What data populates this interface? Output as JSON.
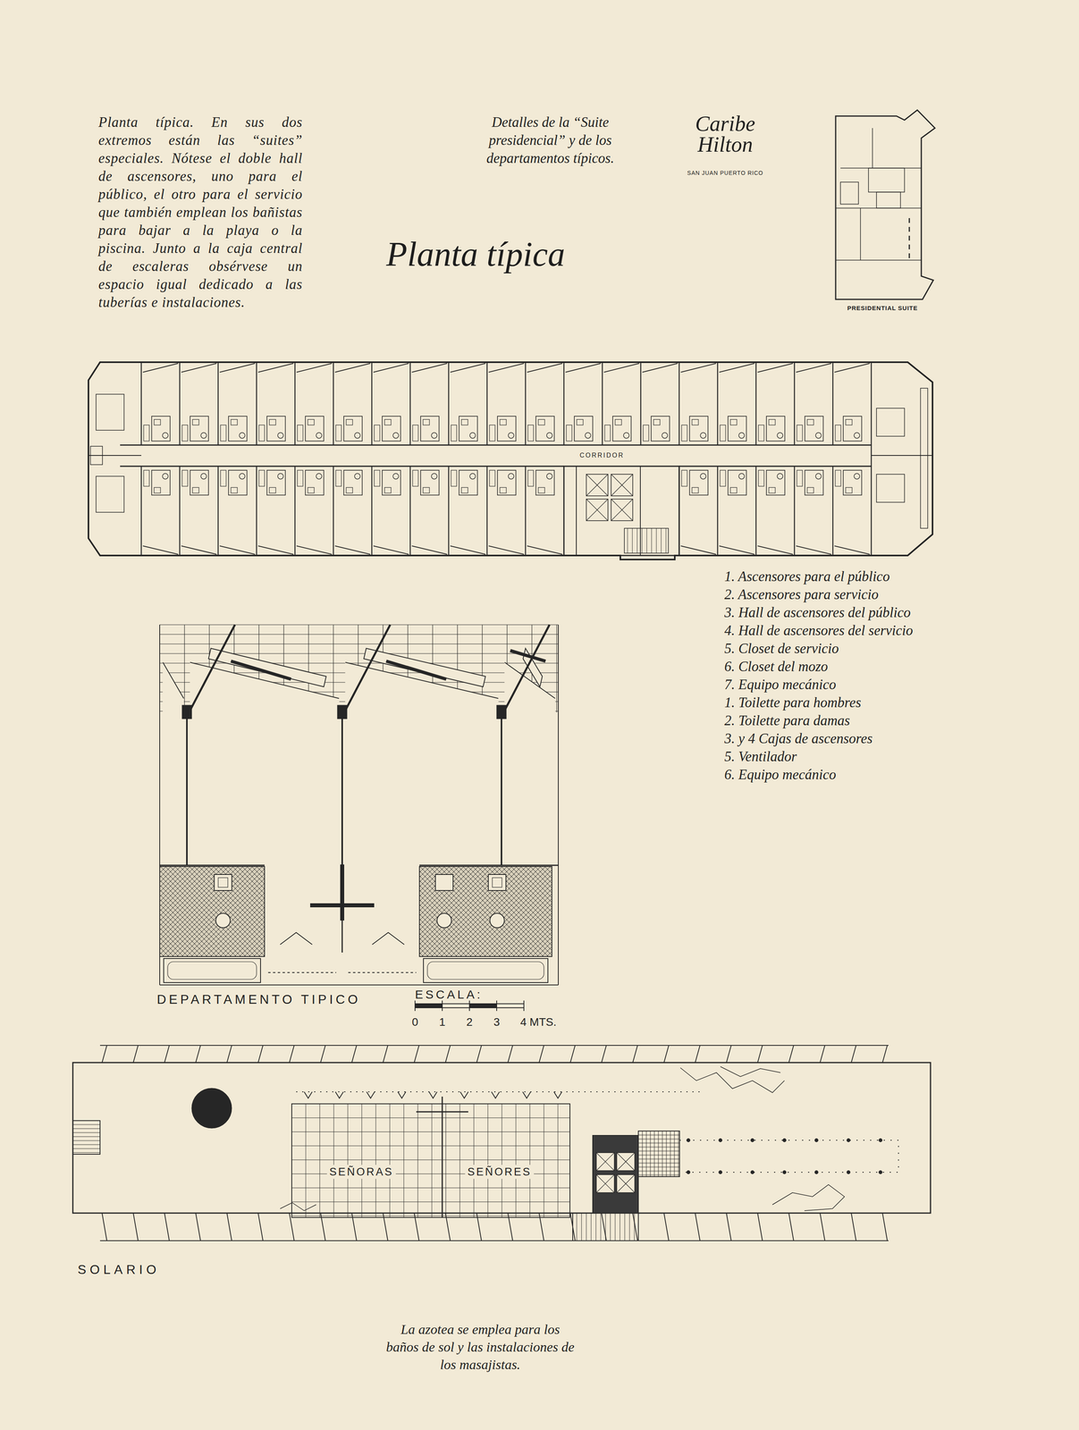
{
  "diagram": {
    "title": "Planta típica",
    "caption": "La azotea se emplea para los baños de sol y las instalaciones de los masajistas.",
    "nodes": [
      {
        "text": [
          "CORRIDOR"
        ]
      },
      {
        "text": [
          "PRESIDENTIAL SUITE"
        ]
      },
      {
        "text": [
          "DEPARTAMENTO TIPICO"
        ]
      },
      {
        "text": [
          "SOLARIO"
        ]
      },
      {
        "text": [
          "SEÑORAS"
        ],
        "in": 3
      },
      {
        "text": [
          "SEÑORES"
        ],
        "in": 3
      }
    ],
    "labels": [
      "Planta típica. En sus dos extremos están las “suites” especiales. Nótese el doble hall de ascensores, uno para el público, el otro para el servicio que también emplean los bañistas para bajar a la playa o la piscina. Junto a la caja central de escaleras obsérvese un espacio igual dedicado a las tuberías e instalaciones.",
      "Detalles de la “Suite presidencial” y de los departamentos típicos.",
      "Caribe Hilton",
      "SAN JUAN PUERTO RICO",
      "1. Ascensores para el público",
      "2. Ascensores para servicio",
      "3. Hall de ascensores del público",
      "4. Hall de ascensores del servicio",
      "5. Closet de servicio",
      "6. Closet del mozo",
      "7. Equipo mecánico",
      "1. Toilette para hombres",
      "2. Toilette para damas",
      "3. y 4 Cajas de ascensores",
      "5. Ventilador",
      "6. Equipo mecánico",
      "ESCALA:",
      "0",
      "1",
      "2",
      "3",
      "4 MTS."
    ]
  }
}
